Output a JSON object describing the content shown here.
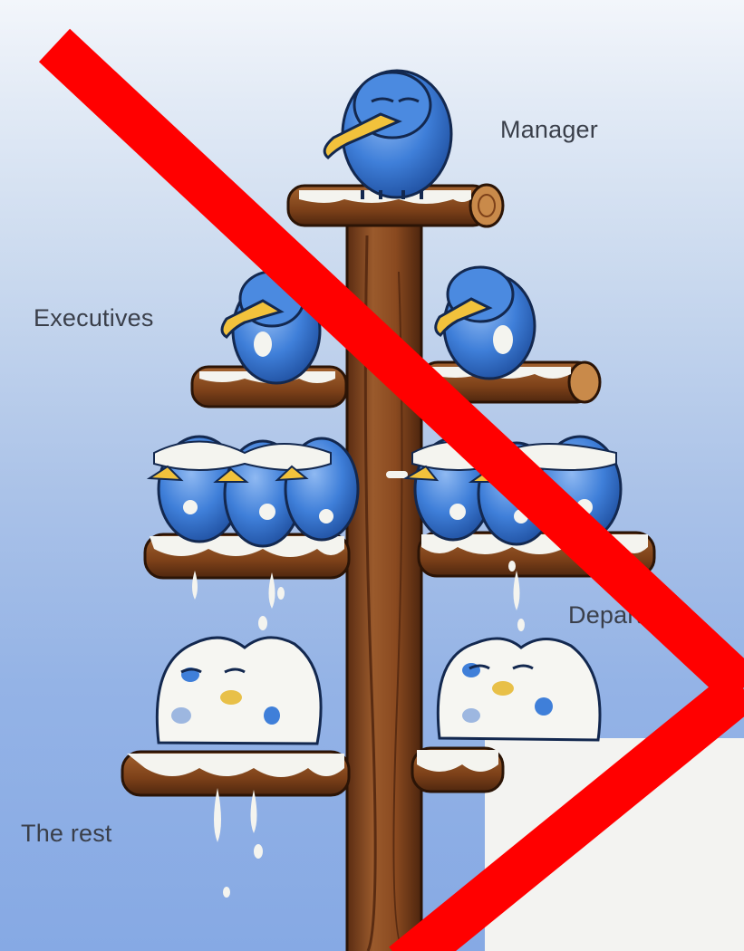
{
  "labels": {
    "manager": "Manager",
    "executives": "Executives",
    "departments": "Departm",
    "the_rest": "The rest"
  },
  "colors": {
    "bird_blue": "#3f7fd9",
    "pole_brown": "#8b4a22",
    "snow": "#f7f7f2",
    "strike_red": "#ff0000"
  }
}
